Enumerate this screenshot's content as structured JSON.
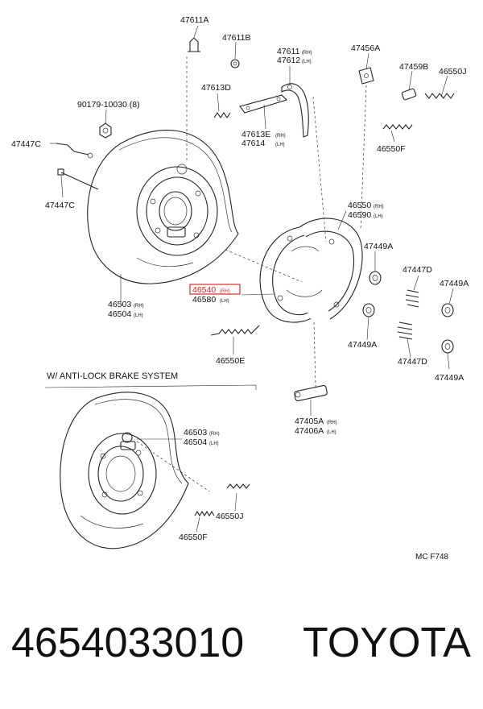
{
  "callouts": {
    "c47611A": "47611A",
    "c47611B": "47611B",
    "c47611": "47611",
    "c47612": "47612",
    "c47456A": "47456A",
    "c47459B": "47459B",
    "c46550J_top": "46550J",
    "c47613D": "47613D",
    "c90179": "90179-10030 (8)",
    "c47613E": "47613E",
    "c47614": "47614",
    "c46550F_top": "46550F",
    "c47447C_a": "47447C",
    "c47447C_b": "47447C",
    "c46550": "46550",
    "c46590": "46590",
    "c47449A_1": "47449A",
    "c47447D_1": "47447D",
    "c47449A_2": "47449A",
    "c46540": "46540",
    "c46580": "46580",
    "c46503_top": "46503",
    "c46504_top": "46504",
    "c47449A_3": "47449A",
    "c47447D_2": "47447D",
    "c47449A_4": "47449A",
    "c46550E": "46550E",
    "c47405A": "47405A",
    "c47406A": "47406A",
    "c46503_bot": "46503",
    "c46504_bot": "46504",
    "c46550J_bot": "46550J",
    "c46550F_bot": "46550F"
  },
  "side_marks": {
    "rh": "(RH)",
    "lh": "(LH)"
  },
  "section_heading": "W/ ANTI-LOCK BRAKE SYSTEM",
  "figure_code": "MC F748",
  "footer": {
    "part_number": "4654033010",
    "brand": "TOYOTA"
  },
  "colors": {
    "highlight": "#e0262a",
    "ink": "#222222"
  }
}
